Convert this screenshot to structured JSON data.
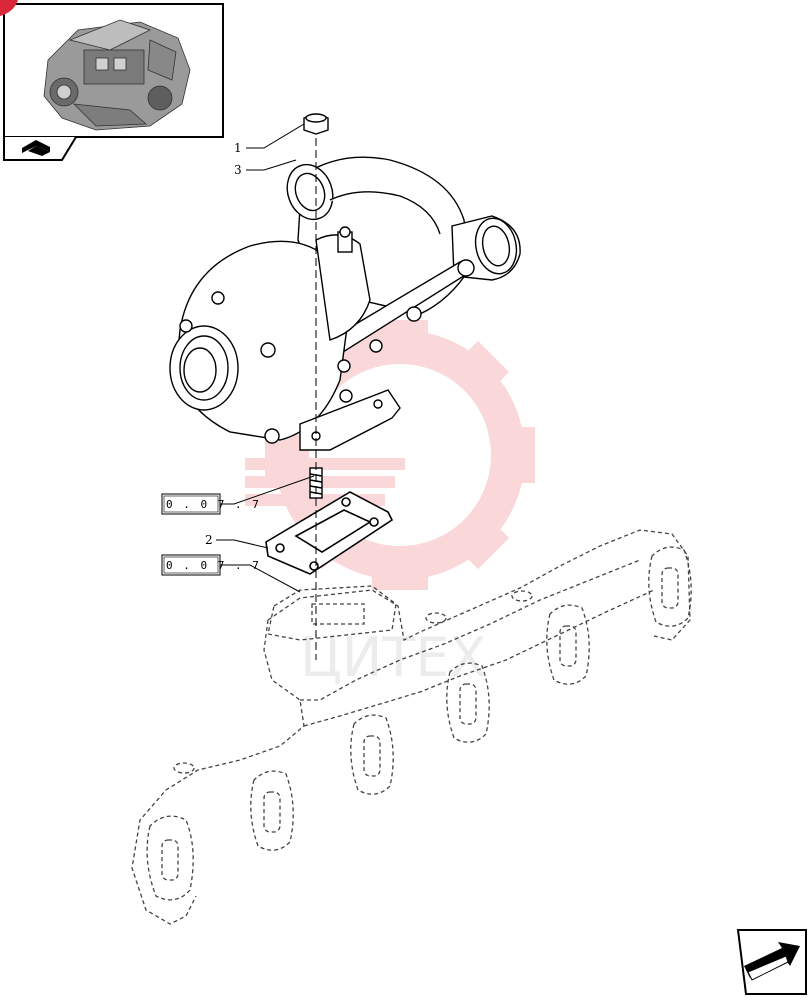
{
  "callouts": {
    "item1": "1",
    "item3": "3",
    "item2": "2",
    "ref_top": "0 . 0 7 . 7",
    "ref_bottom": "0 . 0 7 . 7"
  },
  "watermark": {
    "text": "ЦИТЕХ",
    "color": "#e8303a"
  },
  "corner_badge": {
    "color": "#d8283a"
  },
  "icons": {
    "thumbnail": "engine-thumbnail-icon",
    "book": "open-book-icon",
    "next": "next-page-arrow-icon"
  }
}
